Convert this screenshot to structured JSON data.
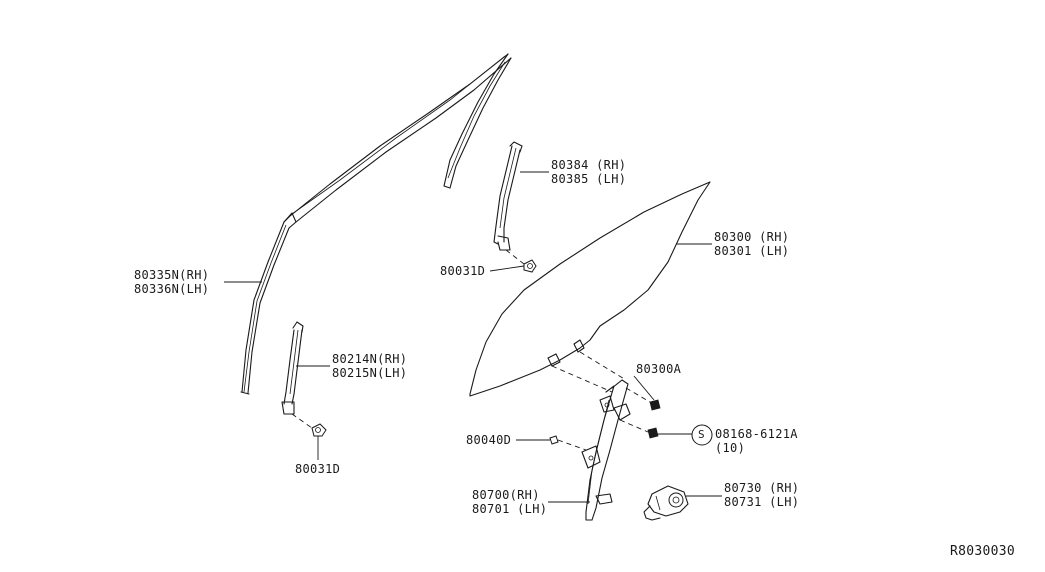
{
  "diagram_id": "R8030030",
  "callouts": {
    "sash_rear": {
      "line1": "80384 (RH)",
      "line2": "80385 (LH)"
    },
    "clip_upper": {
      "text": "80031D"
    },
    "glass": {
      "line1": "80300 (RH)",
      "line2": "80301 (LH)"
    },
    "weatherstrip": {
      "line1": "80335N(RH)",
      "line2": "80336N(LH)"
    },
    "sash_front": {
      "line1": "80214N(RH)",
      "line2": "80215N(LH)"
    },
    "bolt_a": {
      "text": "80300A"
    },
    "screw": {
      "line1": "08168-6121A",
      "line2": "(10)",
      "symbol": "S"
    },
    "clip_d": {
      "text": "80040D"
    },
    "clip_lower": {
      "text": "80031D"
    },
    "regulator": {
      "line1": "80700(RH)",
      "line2": "80701 (LH)"
    },
    "motor": {
      "line1": "80730 (RH)",
      "line2": "80731 (LH)"
    }
  }
}
